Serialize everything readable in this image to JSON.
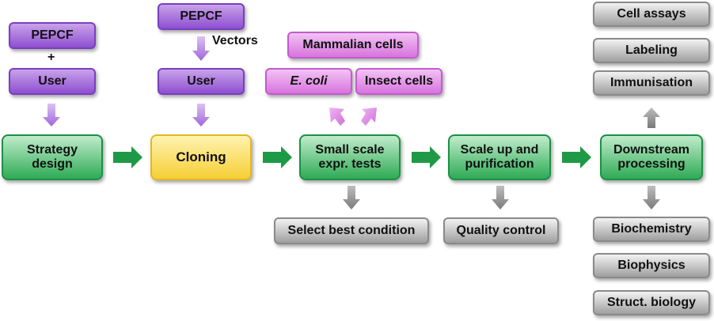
{
  "boxes": {
    "pepcf_1": "PEPCF",
    "plus": "+",
    "user_1": "User",
    "pepcf_2": "PEPCF",
    "vectors": "Vectors",
    "user_2": "User",
    "mammalian_cells": "Mammalian cells",
    "e_coli": "E. coli",
    "insect_cells": "Insect cells",
    "strategy_design": "Strategy design",
    "cloning": "Cloning",
    "small_scale_tests": "Small scale expr. tests",
    "scale_up_purification": "Scale up and purification",
    "downstream_processing": "Downstream processing",
    "select_best_condition": "Select best condition",
    "quality_control": "Quality control",
    "cell_assays": "Cell assays",
    "labeling": "Labeling",
    "immunisation": "Immunisation",
    "biochemistry": "Biochemistry",
    "biophysics": "Biophysics",
    "struct_biology": "Struct. biology"
  },
  "colors": {
    "purple": "#8e4fd1",
    "pink": "#d874de",
    "green": "#2eab55",
    "yellow": "#f6cf35",
    "gray": "#9e9e9e",
    "green_arrow": "#1e9a46",
    "purple_arrow": "#b07ae0",
    "pink_arrow": "#d88ee0",
    "gray_arrow": "#8c8c8c"
  }
}
